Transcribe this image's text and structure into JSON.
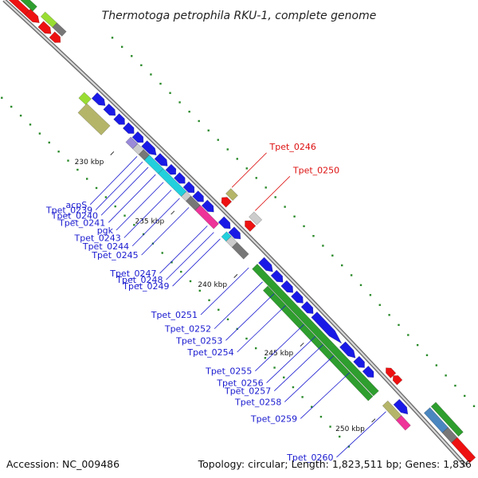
{
  "title": "Thermotoga petrophila RKU-1, complete genome",
  "footer": {
    "accession": "Accession: NC_009486",
    "topology": "Topology: circular; Length: 1,823,511 bp; Genes: 1,836"
  },
  "colors": {
    "backbone": "#9a9a9a",
    "forward_cds": "#1a1ae6",
    "reverse_cds": "#ee1111",
    "cog_green": "#2e9e2e",
    "cog_cyan": "#22d0dd",
    "cog_magenta": "#ee3399",
    "cog_olive": "#b5b56a",
    "cog_lime": "#99dd33",
    "cog_grey": "#777777",
    "cog_lightgrey": "#cccccc",
    "cog_lavender": "#9a8ad8",
    "cog_steelblue": "#4a86c0",
    "label_forward": "#1a1ad0",
    "label_reverse": "#dd1111"
  },
  "ticks": [
    {
      "label": "230 kbp",
      "t": 0.287
    },
    {
      "label": "235 kbp",
      "t": 0.418
    },
    {
      "label": "240 kbp",
      "t": 0.555
    },
    {
      "label": "245 kbp",
      "t": 0.7
    },
    {
      "label": "250 kbp",
      "t": 0.857
    }
  ],
  "labels_forward": [
    {
      "text": "acpS",
      "t": 0.318
    },
    {
      "text": "Tpet_0239",
      "t": 0.33
    },
    {
      "text": "Tpet_0240",
      "t": 0.342
    },
    {
      "text": "Tpet_0241",
      "t": 0.358
    },
    {
      "text": "pgk",
      "t": 0.375
    },
    {
      "text": "Tpet_0243",
      "t": 0.392
    },
    {
      "text": "Tpet_0244",
      "t": 0.41
    },
    {
      "text": "Tpet_0245",
      "t": 0.43
    },
    {
      "text": "Tpet_0247",
      "t": 0.47
    },
    {
      "text": "Tpet_0248",
      "t": 0.484
    },
    {
      "text": "Tpet_0249",
      "t": 0.498
    },
    {
      "text": "Tpet_0251",
      "t": 0.56
    },
    {
      "text": "Tpet_0252",
      "t": 0.59
    },
    {
      "text": "Tpet_0253",
      "t": 0.615
    },
    {
      "text": "Tpet_0254",
      "t": 0.64
    },
    {
      "text": "Tpet_0255",
      "t": 0.68
    },
    {
      "text": "Tpet_0256",
      "t": 0.705
    },
    {
      "text": "Tpet_0257",
      "t": 0.722
    },
    {
      "text": "Tpet_0258",
      "t": 0.745
    },
    {
      "text": "Tpet_0259",
      "t": 0.78
    },
    {
      "text": "Tpet_0260",
      "t": 0.86
    }
  ],
  "labels_reverse": [
    {
      "text": "Tpet_0246",
      "t": 0.455
    },
    {
      "text": "Tpet_0250",
      "t": 0.505
    }
  ]
}
